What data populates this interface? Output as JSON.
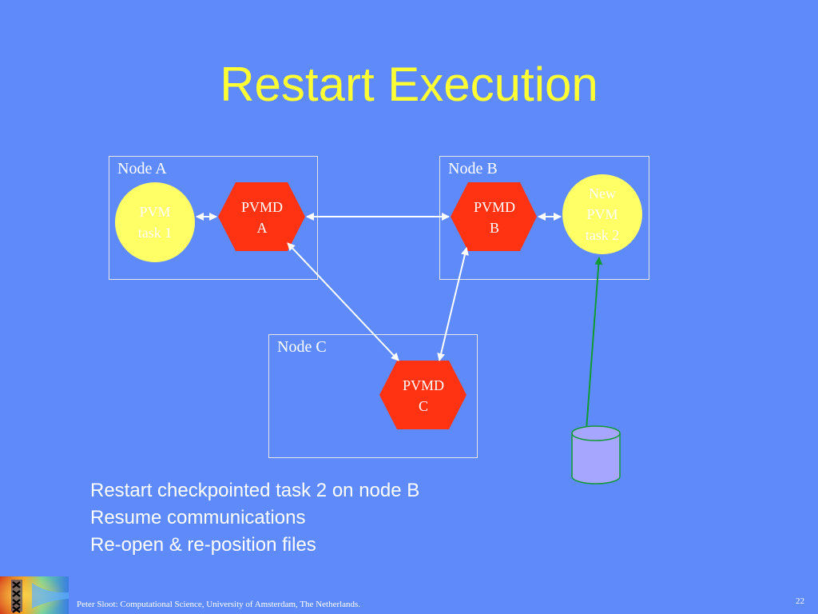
{
  "title": "Restart Execution",
  "nodes": {
    "a": {
      "label": "Node A"
    },
    "b": {
      "label": "Node B"
    },
    "c": {
      "label": "Node C"
    }
  },
  "tasks": {
    "task1": {
      "line1": "PVM",
      "line2": "task 1"
    },
    "task2": {
      "line1": "New",
      "line2": "PVM",
      "line3": "task 2"
    }
  },
  "daemons": {
    "a": {
      "line1": "PVMD",
      "line2": "A"
    },
    "b": {
      "line1": "PVMD",
      "line2": "B"
    },
    "c": {
      "line1": "PVMD",
      "line2": "C"
    }
  },
  "bullets": [
    "Restart checkpointed task 2 on node B",
    "Resume communications",
    "Re-open & re-position files"
  ],
  "footer": {
    "text": "Peter Sloot: Computational Science,  University of Amsterdam, The Netherlands.",
    "page_number": "22"
  },
  "colors": {
    "background": "#5f8bfa",
    "title": "#ffff33",
    "task_fill": "#ffff66",
    "daemon_fill": "#ff3311",
    "disk_fill": "#a6a6ff",
    "restore_arrow": "#119933"
  }
}
